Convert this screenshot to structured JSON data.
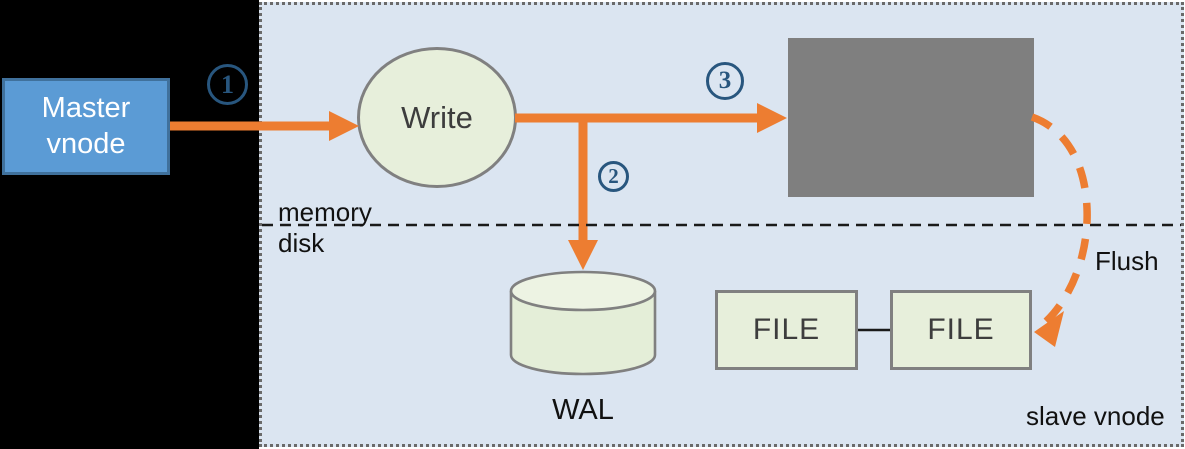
{
  "diagram": {
    "nodes": {
      "master": {
        "line1": "Master",
        "line2": "vnode"
      },
      "write": {
        "label": "Write"
      },
      "wal": {
        "label": "WAL"
      },
      "file1": {
        "label": "FILE"
      },
      "file2": {
        "label": "FILE"
      }
    },
    "labels": {
      "memory": "memory",
      "disk": "disk",
      "flush": "Flush",
      "slave_vnode": "slave vnode"
    },
    "steps": {
      "s1": "1",
      "s2": "2",
      "s3": "3"
    },
    "grid": {
      "rows": 4,
      "cols": 6
    },
    "colors": {
      "arrow_orange": "#ed7d31",
      "panel_bg": "#dbe5f1",
      "node_green": "#e7efdb",
      "shape_border": "#808080",
      "master_blue": "#5b9bd5",
      "master_border": "#40719c",
      "step_badge_blue": "#28567e",
      "background_black": "#000000"
    }
  }
}
